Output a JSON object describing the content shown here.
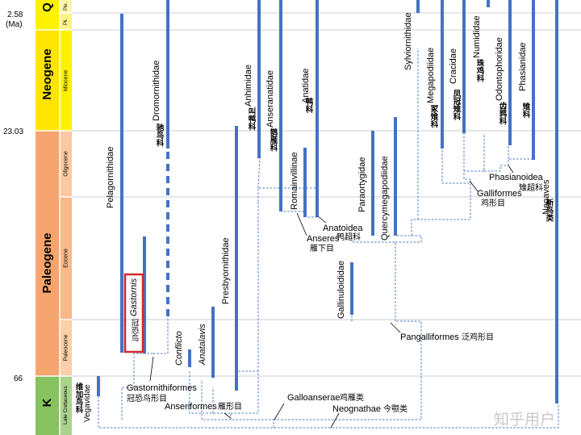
{
  "time_scale": {
    "age_labels": [
      {
        "value": "2.58",
        "unit": "(Ma)"
      },
      {
        "value": "23.03"
      },
      {
        "value": "66"
      }
    ],
    "periods": [
      {
        "name": "Q",
        "color": "#fff200"
      },
      {
        "name": "Neogene",
        "color": "#ffe400"
      },
      {
        "name": "Paleogene",
        "color": "#f6a56f"
      },
      {
        "name": "K",
        "color": "#86c25d"
      }
    ],
    "epochs": [
      {
        "name": "Ple.",
        "color": "#fff7a8"
      },
      {
        "name": "Pli.",
        "color": "#fff38a"
      },
      {
        "name": "Miocene",
        "color": "#fff200"
      },
      {
        "name": "Oligocene",
        "color": "#fbc9a1"
      },
      {
        "name": "Eocene",
        "color": "#f9b98a"
      },
      {
        "name": "Paleocene",
        "color": "#fbcfa8"
      },
      {
        "name": "Late Cretaceous",
        "color": "#a9d38a"
      }
    ]
  },
  "colors": {
    "bar": "#4472c4",
    "tree_line": "#4a78c2",
    "grid": "#c7ccd6",
    "highlight": "#d6262b"
  },
  "taxa": [
    {
      "label": "Vegavidae",
      "cn": "维加鸟科"
    },
    {
      "label": "Pelagornithidae"
    },
    {
      "label": "Gastornis",
      "cn": "冠恐鸟"
    },
    {
      "label": "Dromornithidae",
      "cn": "驰鸟科"
    },
    {
      "label": "Conflicto"
    },
    {
      "label": "Anatalavis"
    },
    {
      "label": "Presbyornithidae"
    },
    {
      "label": "Anhimidae",
      "cn": "叫鸭科"
    },
    {
      "label": "Anseranatidae",
      "cn": "鹊雁科"
    },
    {
      "label": "Anatidae",
      "cn": "鸭科"
    },
    {
      "label": "Romainvillinae"
    },
    {
      "label": "Paraortygidae"
    },
    {
      "label": "Quercymegapodiidae"
    },
    {
      "label": "Gallinuloididae"
    },
    {
      "label": "Sylviornithidae"
    },
    {
      "label": "Megapodiidae",
      "cn": "冢雉科"
    },
    {
      "label": "Cracidae",
      "cn": "凤冠雉科"
    },
    {
      "label": "Numididae",
      "cn": "珠鸡科"
    },
    {
      "label": "Odontophoridae",
      "cn": "齿鹑科"
    },
    {
      "label": "Phasianidae",
      "cn": "雉科"
    },
    {
      "label": "Neoaves",
      "cn": "新鸟类"
    }
  ],
  "clades": [
    {
      "name": "Gastornithiformes",
      "cn": "冠恐鸟形目"
    },
    {
      "name": "Anseriformes",
      "cn": "雁形目"
    },
    {
      "name": "Anatoidea",
      "cn": "鸭超科"
    },
    {
      "name": "Anseres",
      "cn": "雁下目"
    },
    {
      "name": "Galliformes",
      "cn": "鸡形目"
    },
    {
      "name": "Phasianoidea",
      "cn": "雉超科"
    },
    {
      "name": "Pangalliformes",
      "cn": "泛鸡形目"
    },
    {
      "name": "Galloanserae",
      "cn": "鸡雁类"
    },
    {
      "name": "Neognathae",
      "cn": "今颚类"
    }
  ],
  "watermark": "知乎用户"
}
